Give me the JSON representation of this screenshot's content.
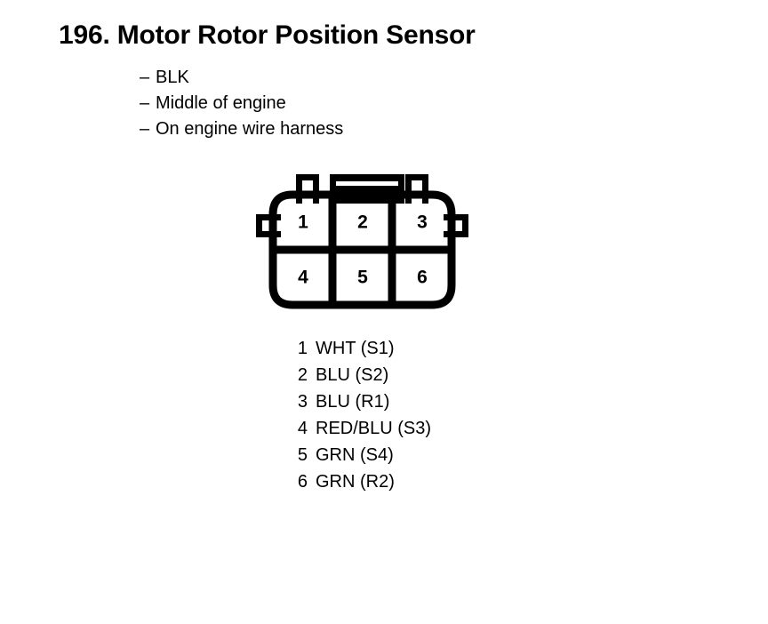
{
  "document": {
    "item_number": "196.",
    "title": "Motor Rotor Position Sensor",
    "title_full": "196. Motor Rotor Position Sensor"
  },
  "specs": {
    "dash": "–",
    "items": [
      {
        "text": "BLK"
      },
      {
        "text": "Middle of engine"
      },
      {
        "text": "On engine wire harness"
      }
    ]
  },
  "connector": {
    "type": "6-pin-connector",
    "rows": 2,
    "columns": 3,
    "pins": [
      {
        "number": "1"
      },
      {
        "number": "2"
      },
      {
        "number": "3"
      },
      {
        "number": "4"
      },
      {
        "number": "5"
      },
      {
        "number": "6"
      }
    ]
  },
  "legend": {
    "rows": [
      {
        "number": "1",
        "description": "WHT (S1)"
      },
      {
        "number": "2",
        "description": "BLU (S2)"
      },
      {
        "number": "3",
        "description": "BLU (R1)"
      },
      {
        "number": "4",
        "description": "RED/BLU (S3)"
      },
      {
        "number": "5",
        "description": "GRN (S4)"
      },
      {
        "number": "6",
        "description": "GRN (R2)"
      }
    ]
  },
  "colors": {
    "ink": "#000000",
    "background": "#ffffff"
  }
}
